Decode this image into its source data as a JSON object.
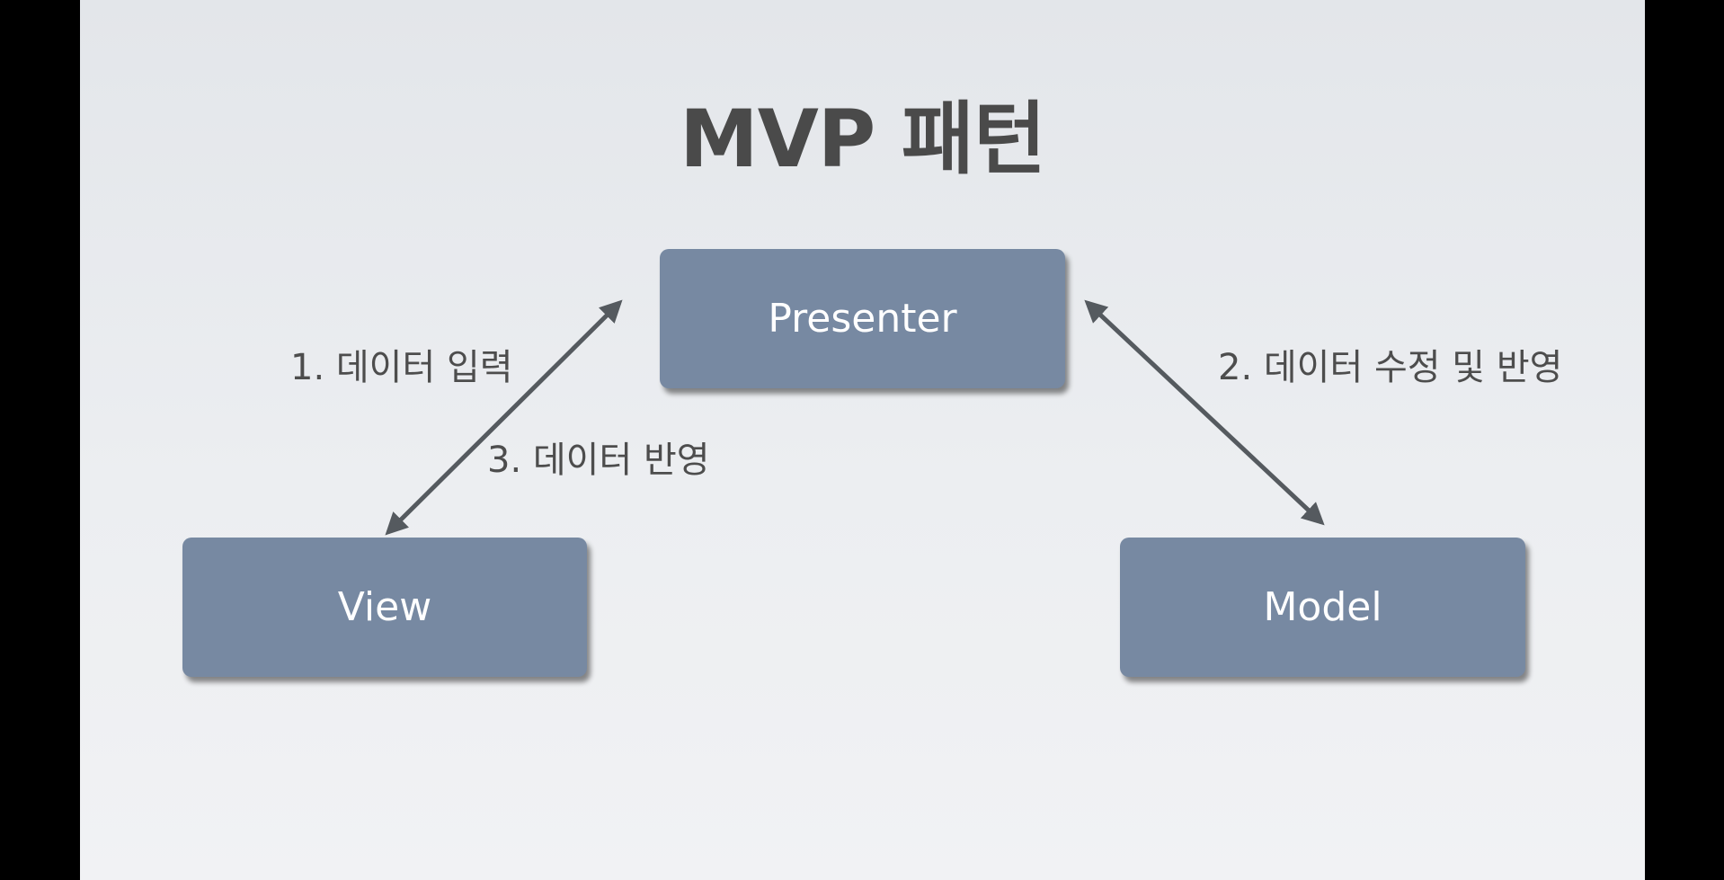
{
  "title": "MVP 패턴",
  "nodes": {
    "presenter": "Presenter",
    "view": "View",
    "model": "Model"
  },
  "edge_labels": {
    "view_presenter_input": "1. 데이터 입력",
    "presenter_model": "2. 데이터 수정 및 반영",
    "presenter_view_reflect": "3. 데이터 반영"
  },
  "colors": {
    "box_fill": "#7789a2",
    "arrow": "#555a5f",
    "text": "#4a4a4a"
  }
}
